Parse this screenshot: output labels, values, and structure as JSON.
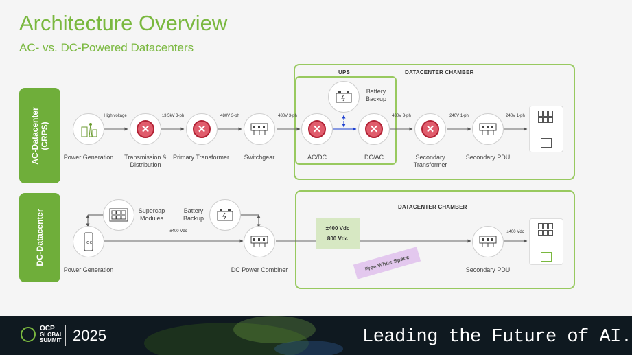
{
  "title": "Architecture Overview",
  "subtitle": "AC- vs. DC-Powered Datacenters",
  "ac_row": {
    "label_line1": "AC-Datacenter",
    "label_line2": "(CRPS)",
    "ups_title": "UPS",
    "chamber_title": "DATACENTER CHAMBER",
    "battery_label": "Battery Backup",
    "nodes": {
      "power_generation": "Power Generation",
      "transmission": "Transmission & Distribution",
      "primary_transformer": "Primary Transformer",
      "switchgear": "Switchgear",
      "acdc": "AC/DC",
      "dcac": "DC/AC",
      "secondary_transformer": "Secondary Transformer",
      "secondary_pdu": "Secondary PDU"
    },
    "voltages": {
      "v1": "High voltage",
      "v2": "13.5kV 3-ph",
      "v3": "480V 3-ph",
      "v4": "480V 3-ph",
      "v5": "480V 3-ph",
      "v6": "240V 1-ph",
      "v7": "240V 1-ph"
    }
  },
  "dc_row": {
    "label": "DC-Datacenter",
    "chamber_title": "DATACENTER CHAMBER",
    "supercap_label": "Supercap Modules",
    "battery_label": "Battery Backup",
    "bus_voltage": "±400 Vdc",
    "vdc_line1": "±400 Vdc",
    "vdc_line2": "800 Vdc",
    "free_white_space": "Free White Space",
    "pdu_voltage": "±400 Vdc",
    "nodes": {
      "power_generation": "Power Generation",
      "dc_combiner": "DC Power Combiner",
      "secondary_pdu": "Secondary PDU"
    }
  },
  "footer": {
    "org_line1": "OCP",
    "org_line2": "GLOBAL",
    "org_line3": "SUMMIT",
    "year": "2025",
    "tagline": "Leading the Future of AI."
  },
  "colors": {
    "accent": "#7ab83f",
    "alert": "#c8283c",
    "box": "#98c95f"
  }
}
